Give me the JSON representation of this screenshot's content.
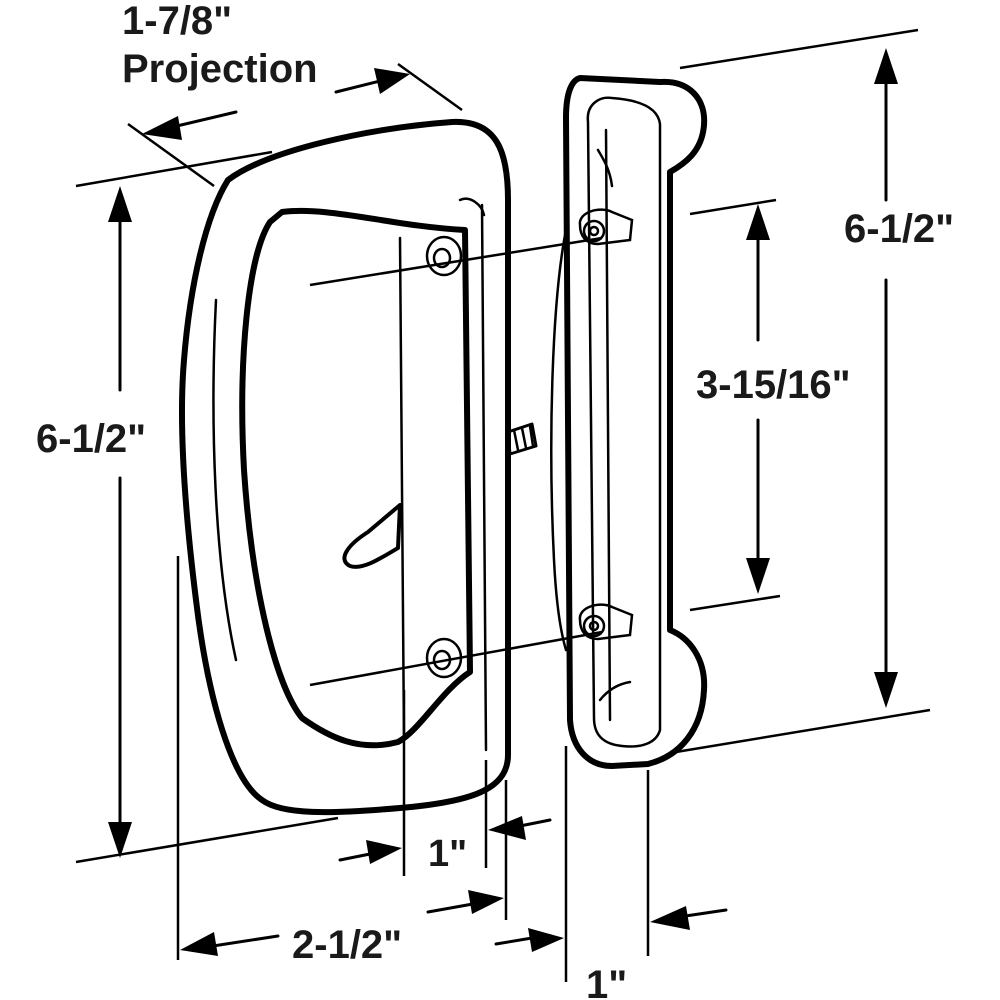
{
  "labels": {
    "projection_value": "1-7/8\"",
    "projection_word": "Projection",
    "left_height": "6-1/2\"",
    "right_height": "6-1/2\"",
    "hole_spacing": "3-15/16\"",
    "handle_thickness": "1\"",
    "handle_width": "2-1/2\"",
    "plate_width": "1\""
  }
}
